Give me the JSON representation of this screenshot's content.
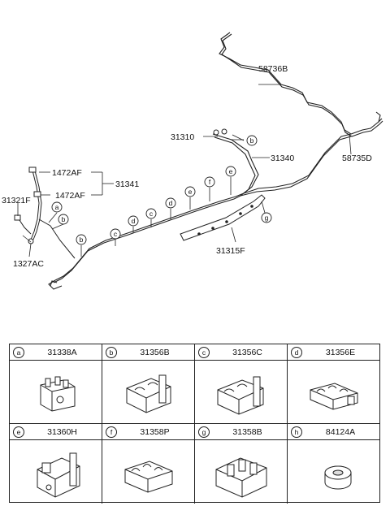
{
  "diagram": {
    "callouts": [
      {
        "id": "p1",
        "text": "58736B"
      },
      {
        "id": "p2",
        "text": "31310"
      },
      {
        "id": "p3",
        "text": "31340"
      },
      {
        "id": "p4",
        "text": "58735D"
      },
      {
        "id": "p5",
        "text": "1472AF"
      },
      {
        "id": "p6",
        "text": "31341"
      },
      {
        "id": "p7",
        "text": "1472AF"
      },
      {
        "id": "p8",
        "text": "31321F"
      },
      {
        "id": "p9",
        "text": "1327AC"
      },
      {
        "id": "p10",
        "text": "31315F"
      }
    ],
    "markers": [
      "a",
      "b",
      "b",
      "c",
      "d",
      "c",
      "d",
      "e",
      "f",
      "e",
      "g",
      "b"
    ]
  },
  "parts_table": [
    {
      "letter": "a",
      "part_number": "31338A"
    },
    {
      "letter": "b",
      "part_number": "31356B"
    },
    {
      "letter": "c",
      "part_number": "31356C"
    },
    {
      "letter": "d",
      "part_number": "31356E"
    },
    {
      "letter": "e",
      "part_number": "31360H"
    },
    {
      "letter": "f",
      "part_number": "31358P"
    },
    {
      "letter": "g",
      "part_number": "31358B"
    },
    {
      "letter": "h",
      "part_number": "84124A"
    }
  ]
}
